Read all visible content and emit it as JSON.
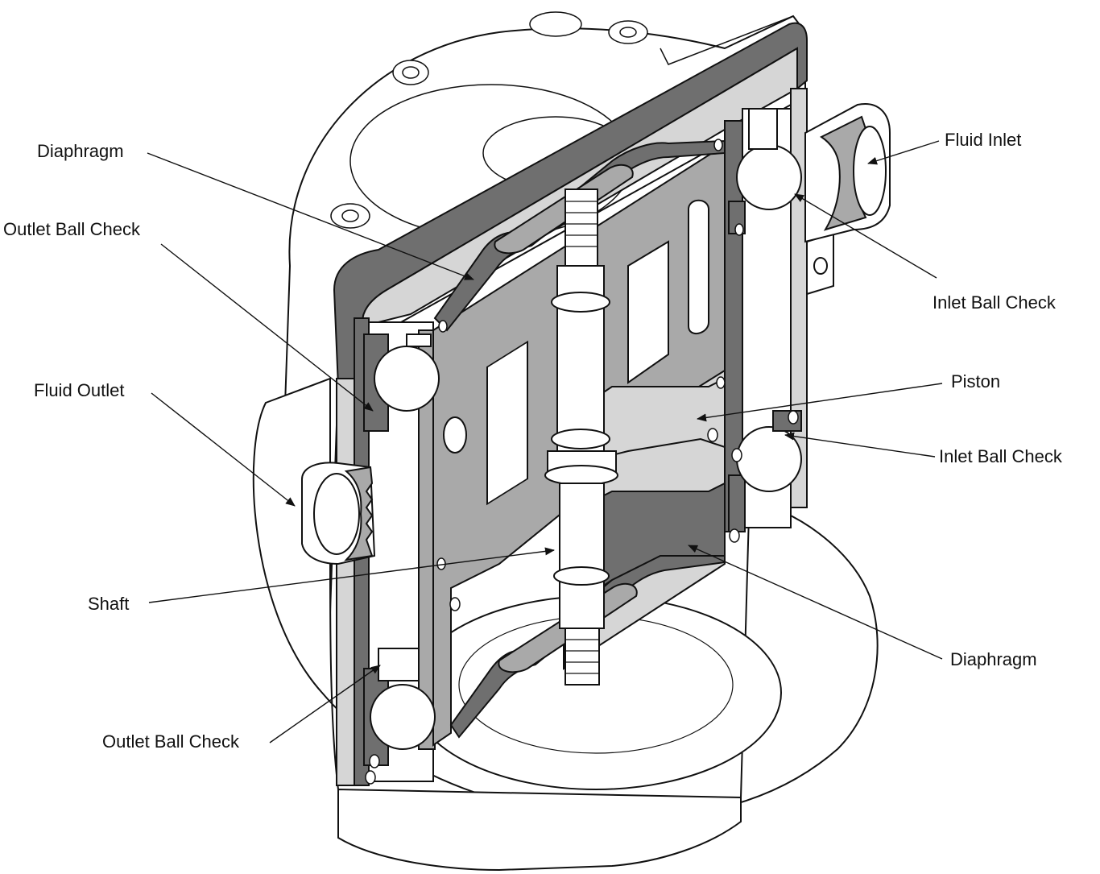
{
  "callouts": {
    "diaphragm_top": "Diaphragm",
    "outlet_ball_check_top": "Outlet Ball Check",
    "fluid_outlet": "Fluid Outlet",
    "shaft": "Shaft",
    "outlet_ball_check_bottom": "Outlet Ball Check",
    "fluid_inlet": "Fluid Inlet",
    "inlet_ball_check_top": "Inlet Ball Check",
    "piston": "Piston",
    "inlet_ball_check_bottom": "Inlet Ball Check",
    "diaphragm_bottom": "Diaphragm"
  },
  "colors": {
    "line": "#111111",
    "dark_section": "#6f6f6f",
    "mid_section": "#a9a9a9",
    "light_section": "#d6d6d6",
    "body_fill": "#ffffff"
  }
}
